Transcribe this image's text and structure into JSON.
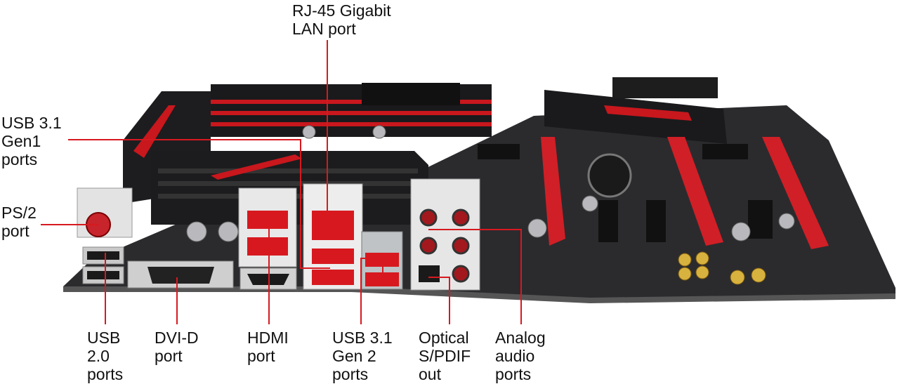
{
  "labels": {
    "rj45": [
      "RJ-45 Gigabit",
      "LAN port"
    ],
    "usb31gen1": [
      "USB 3.1",
      "Gen1",
      "ports"
    ],
    "ps2": [
      "PS/2",
      "port"
    ],
    "usb20": [
      "USB",
      "2.0",
      "ports"
    ],
    "dvid": [
      "DVI-D",
      "port"
    ],
    "hdmi": [
      "HDMI",
      "port"
    ],
    "usb31gen2": [
      "USB 3.1",
      "Gen 2",
      "ports"
    ],
    "optical": [
      "Optical",
      "S/PDIF",
      "out"
    ],
    "analog": [
      "Analog",
      "audio",
      "ports"
    ]
  },
  "colors": {
    "leader": "#d7191f",
    "board": "#2b2b2e",
    "accent": "#c8171d",
    "text": "#111111"
  }
}
